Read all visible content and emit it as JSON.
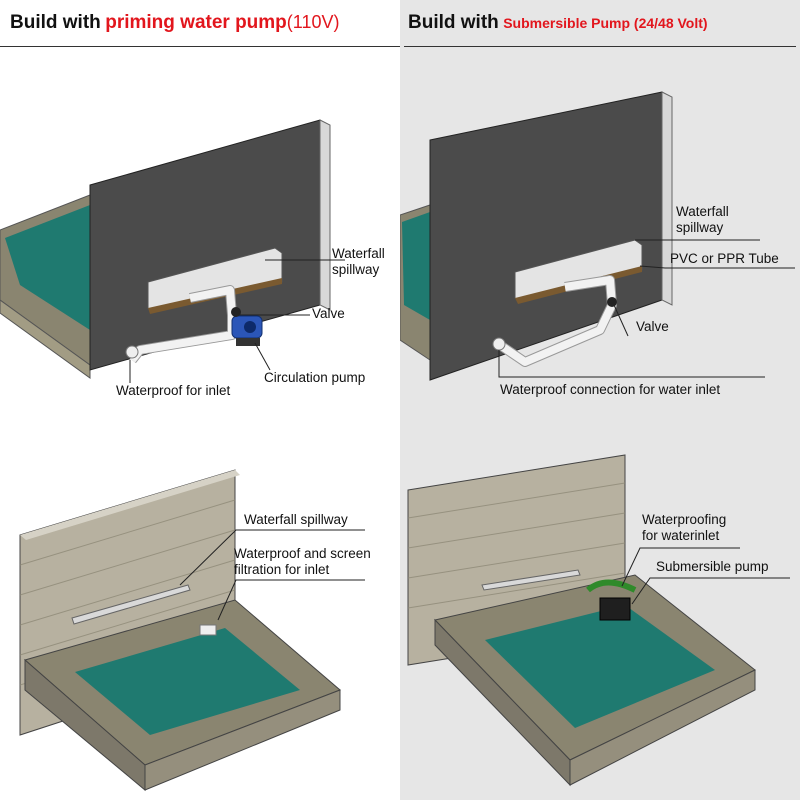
{
  "left": {
    "header": {
      "prefix": "Build with",
      "highlight": "priming water pump",
      "suffix": "(110V)"
    },
    "top_labels": {
      "waterfall": [
        "Waterfall",
        "spillway"
      ],
      "valve": "Valve",
      "pump": "Circulation pump",
      "inlet": "Waterproof for inlet"
    },
    "bottom_labels": {
      "waterfall": "Waterfall spillway",
      "screen": [
        "Waterproof and screen",
        "filtration for inlet"
      ]
    }
  },
  "right": {
    "header": {
      "prefix": "Build with",
      "highlight": "Submersible Pump (24/48 Volt)"
    },
    "top_labels": {
      "waterfall": [
        "Waterfall",
        "spillway"
      ],
      "tube": "PVC or PPR Tube",
      "valve": "Valve",
      "inlet": "Waterproof connection for water inlet"
    },
    "bottom_labels": {
      "waterproofing": [
        "Waterproofing",
        "for waterinlet"
      ],
      "pump": "Submersible pump"
    }
  },
  "colors": {
    "header_red": "#e2161d",
    "wall_dark": "#4b4b4b",
    "pool_teal": "#1f7a70",
    "stone": "#8f8a72",
    "pump_blue": "#2b56b8",
    "pump_green": "#2f8a2a"
  }
}
